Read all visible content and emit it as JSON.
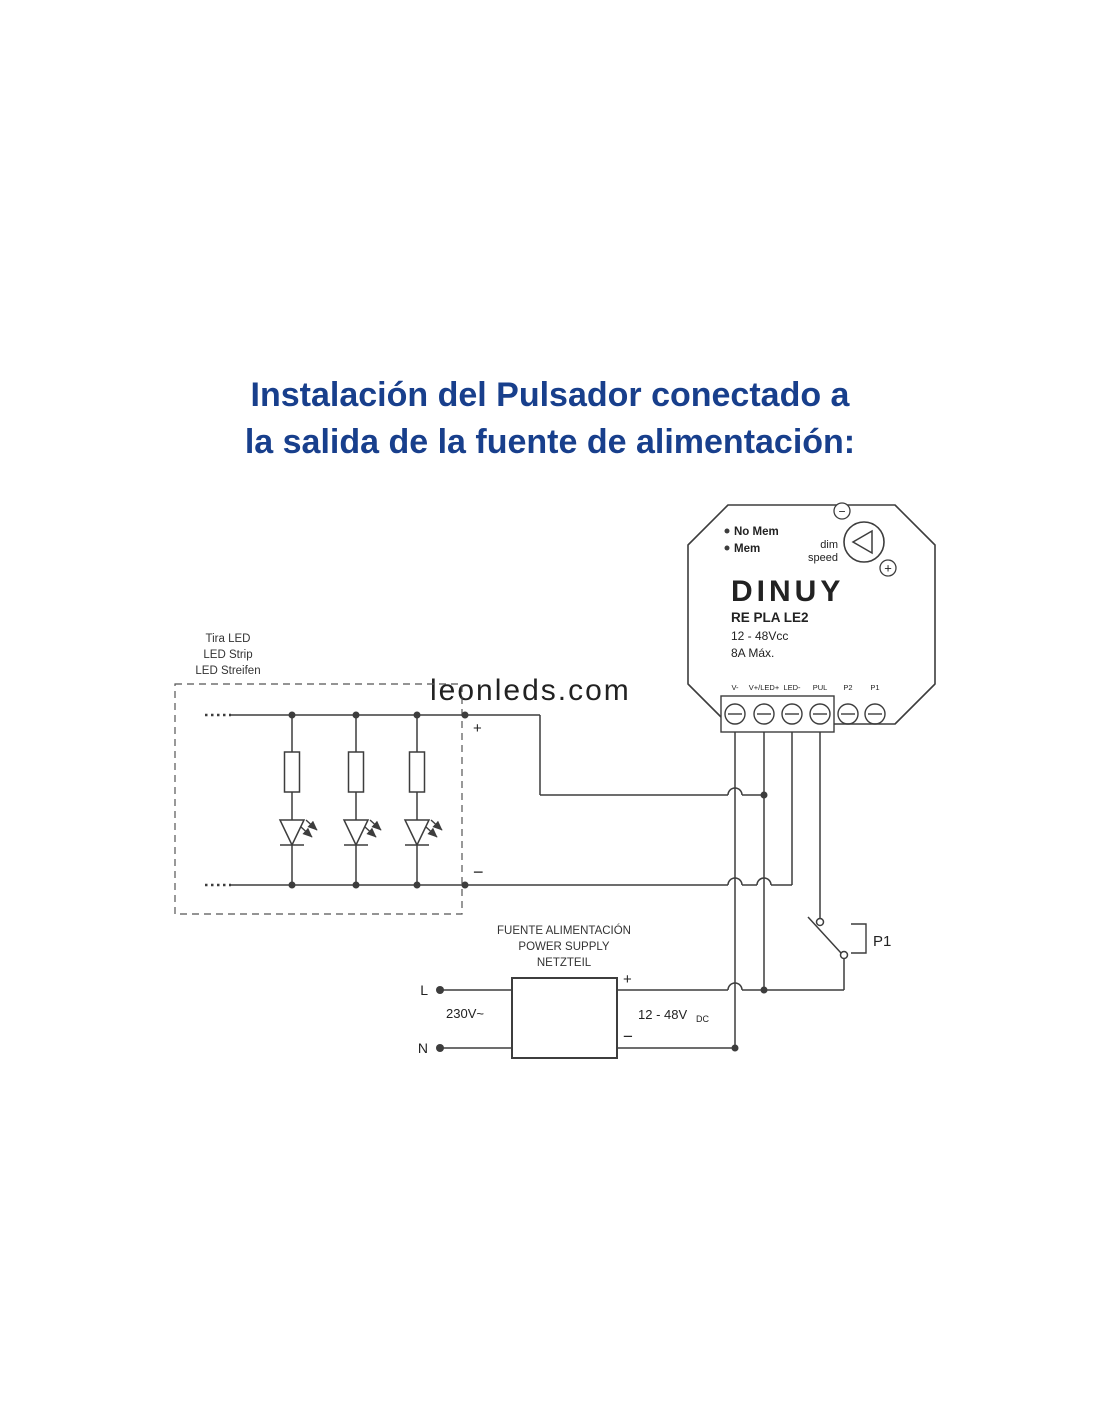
{
  "title": {
    "line1": "Instalación del Pulsador conectado a",
    "line2": "la salida de la fuente de alimentación:"
  },
  "watermark": "leonleds.com",
  "module": {
    "no_mem": "No Mem",
    "mem": "Mem",
    "dim": "dim",
    "speed": "speed",
    "knob_minus": "−",
    "knob_plus": "+",
    "brand": "DINUY",
    "model": "RE PLA LE2",
    "voltage": "12 - 48Vcc",
    "current": "8A Máx.",
    "terminals": [
      "V-",
      "V+/LED+",
      "LED-",
      "PUL",
      "P2",
      "P1"
    ]
  },
  "led_strip": {
    "labels": [
      "Tira LED",
      "LED Strip",
      "LED Streifen"
    ],
    "plus": "+",
    "minus": "−"
  },
  "power_supply": {
    "labels": [
      "FUENTE ALIMENTACIÓN",
      "POWER SUPPLY",
      "NETZTEIL"
    ],
    "l": "L",
    "n": "N",
    "input_voltage": "230V~",
    "plus": "+",
    "minus": "−",
    "output_voltage": "12 - 48V",
    "output_voltage_sub": "DC"
  },
  "switch": {
    "label": "P1"
  }
}
